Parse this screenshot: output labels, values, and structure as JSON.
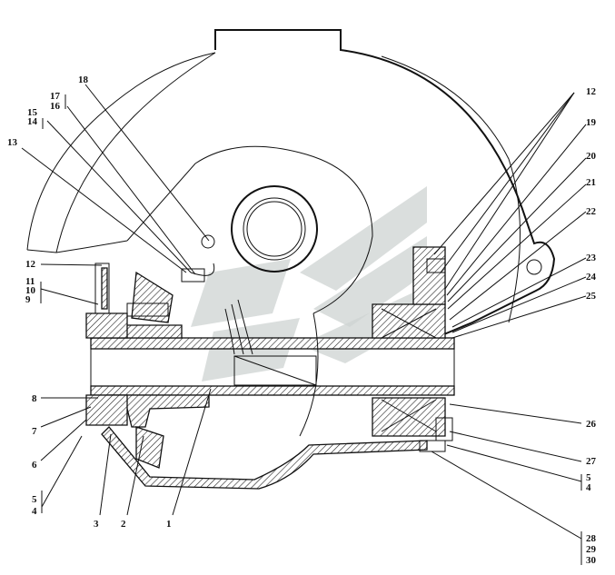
{
  "labels": {
    "l1": "1",
    "l2": "2",
    "l3": "3",
    "l4a": "4",
    "l5a": "5",
    "l6": "6",
    "l7": "7",
    "l8": "8",
    "l9": "9",
    "l10": "10",
    "l11": "11",
    "l12a": "12",
    "l13": "13",
    "l14": "14",
    "l15": "15",
    "l16": "16",
    "l17": "17",
    "l18": "18",
    "l12b": "12",
    "l19": "19",
    "l20": "20",
    "l21": "21",
    "l22": "22",
    "l23": "23",
    "l24": "24",
    "l25": "25",
    "l26": "26",
    "l27": "27",
    "l5b": "5",
    "l4b": "4",
    "l28": "28",
    "l29": "29",
    "l30": "30"
  },
  "colors": {
    "ink": "#111111",
    "watermark": "#cdd3d2",
    "background": "#ffffff"
  }
}
